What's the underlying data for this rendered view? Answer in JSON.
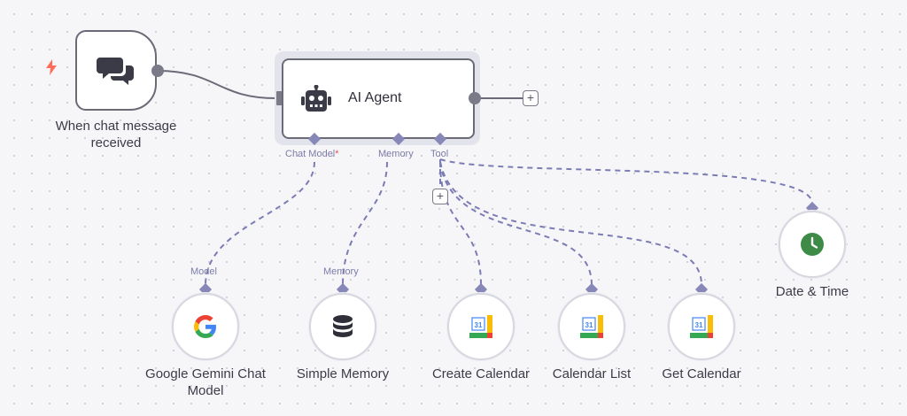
{
  "nodes": {
    "trigger": {
      "label": "When chat message received",
      "icon": "chat-bubbles-icon"
    },
    "agent": {
      "title": "AI Agent",
      "icon": "robot-icon"
    },
    "gemini": {
      "label": "Google Gemini Chat Model",
      "icon": "google-g-icon"
    },
    "memory": {
      "label": "Simple Memory",
      "icon": "database-icon"
    },
    "create_calendar": {
      "label": "Create Calendar",
      "icon": "google-calendar-icon"
    },
    "calendar_list": {
      "label": "Calendar List",
      "icon": "google-calendar-icon"
    },
    "get_calendar": {
      "label": "Get Calendar",
      "icon": "google-calendar-icon"
    },
    "date_time": {
      "label": "Date & Time",
      "icon": "clock-icon"
    }
  },
  "ports": {
    "chat_model": "Chat Model",
    "chat_model_required": "*",
    "memory": "Memory",
    "tool": "Tool",
    "gemini_model": "Model",
    "memory_in": "Memory"
  },
  "calendar_day": "31",
  "colors": {
    "edge": "#6b6b78",
    "ai_edge": "#7c7cb4",
    "port_label": "#7c7ca8",
    "bolt": "#ff6d5a",
    "clock": "#3d8b47"
  }
}
